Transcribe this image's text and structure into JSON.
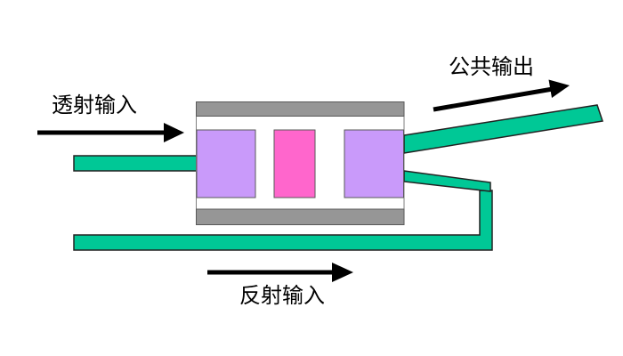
{
  "diagram": {
    "labels": {
      "transmitted_input": "透射输入",
      "common_output": "公共输出",
      "reflected_input": "反射输入"
    },
    "colors": {
      "waveguide_green": "#00C896",
      "mirror_purple": "#C99AFA",
      "cavity_pink": "#FF66CC",
      "substrate_gray": "#969696",
      "device_white": "#FFFFFF",
      "arrow_black": "#000000"
    }
  }
}
